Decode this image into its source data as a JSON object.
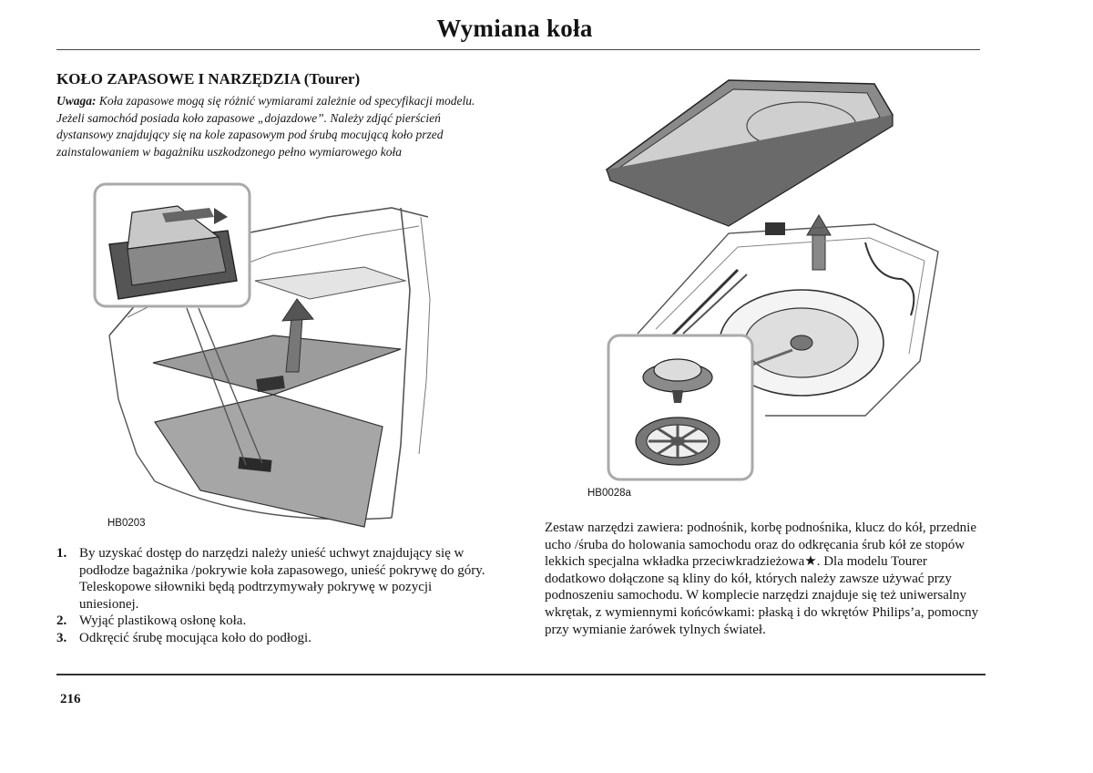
{
  "page": {
    "title": "Wymiana koła",
    "page_number": "216"
  },
  "section": {
    "heading": "KOŁO ZAPASOWE I NARZĘDZIA (Tourer)"
  },
  "note": {
    "label": "Uwaga:",
    "text": "Koła zapasowe mogą się różnić wymiarami zależnie od specyfikacji modelu. Jeżeli samochód posiada koło zapasowe „dojazdowe”. Należy zdjąć pierścień dystansowy znajdujący się na kole zapasowym pod śrubą mocującą koło przed zainstalowaniem w bagażniku uszkodzonego pełno wymiarowego koła"
  },
  "figures": {
    "left_code": "HB0203",
    "right_code": "HB0028a"
  },
  "steps": [
    {
      "number": "1.",
      "text": "By uzyskać dostęp do narzędzi należy unieść uchwyt znajdujący się w podłodze bagażnika /pokrywie koła zapasowego, unieść pokrywę do góry. Teleskopowe siłowniki będą podtrzymywały pokrywę w pozycji uniesionej."
    },
    {
      "number": "2.",
      "text": "Wyjąć plastikową osłonę koła."
    },
    {
      "number": "3.",
      "text": "Odkręcić śrubę mocująca koło do podłogi."
    }
  ],
  "tools_paragraph": "Zestaw narzędzi zawiera: podnośnik, korbę podnośnika, klucz do kół, przednie ucho /śruba do holowania samochodu oraz do odkręcania śrub kół ze stopów lekkich specjalna wkładka przeciwkradzieżowa★. Dla modelu Tourer dodatkowo dołączone są kliny do kół, których należy zawsze używać przy podnoszeniu samochodu. W komplecie narzędzi znajduje się też uniwersalny wkrętak, z wymiennymi końcówkami: płaską i do wkrętów Philips’a, pomocny przy wymianie żarówek tylnych świateł."
}
